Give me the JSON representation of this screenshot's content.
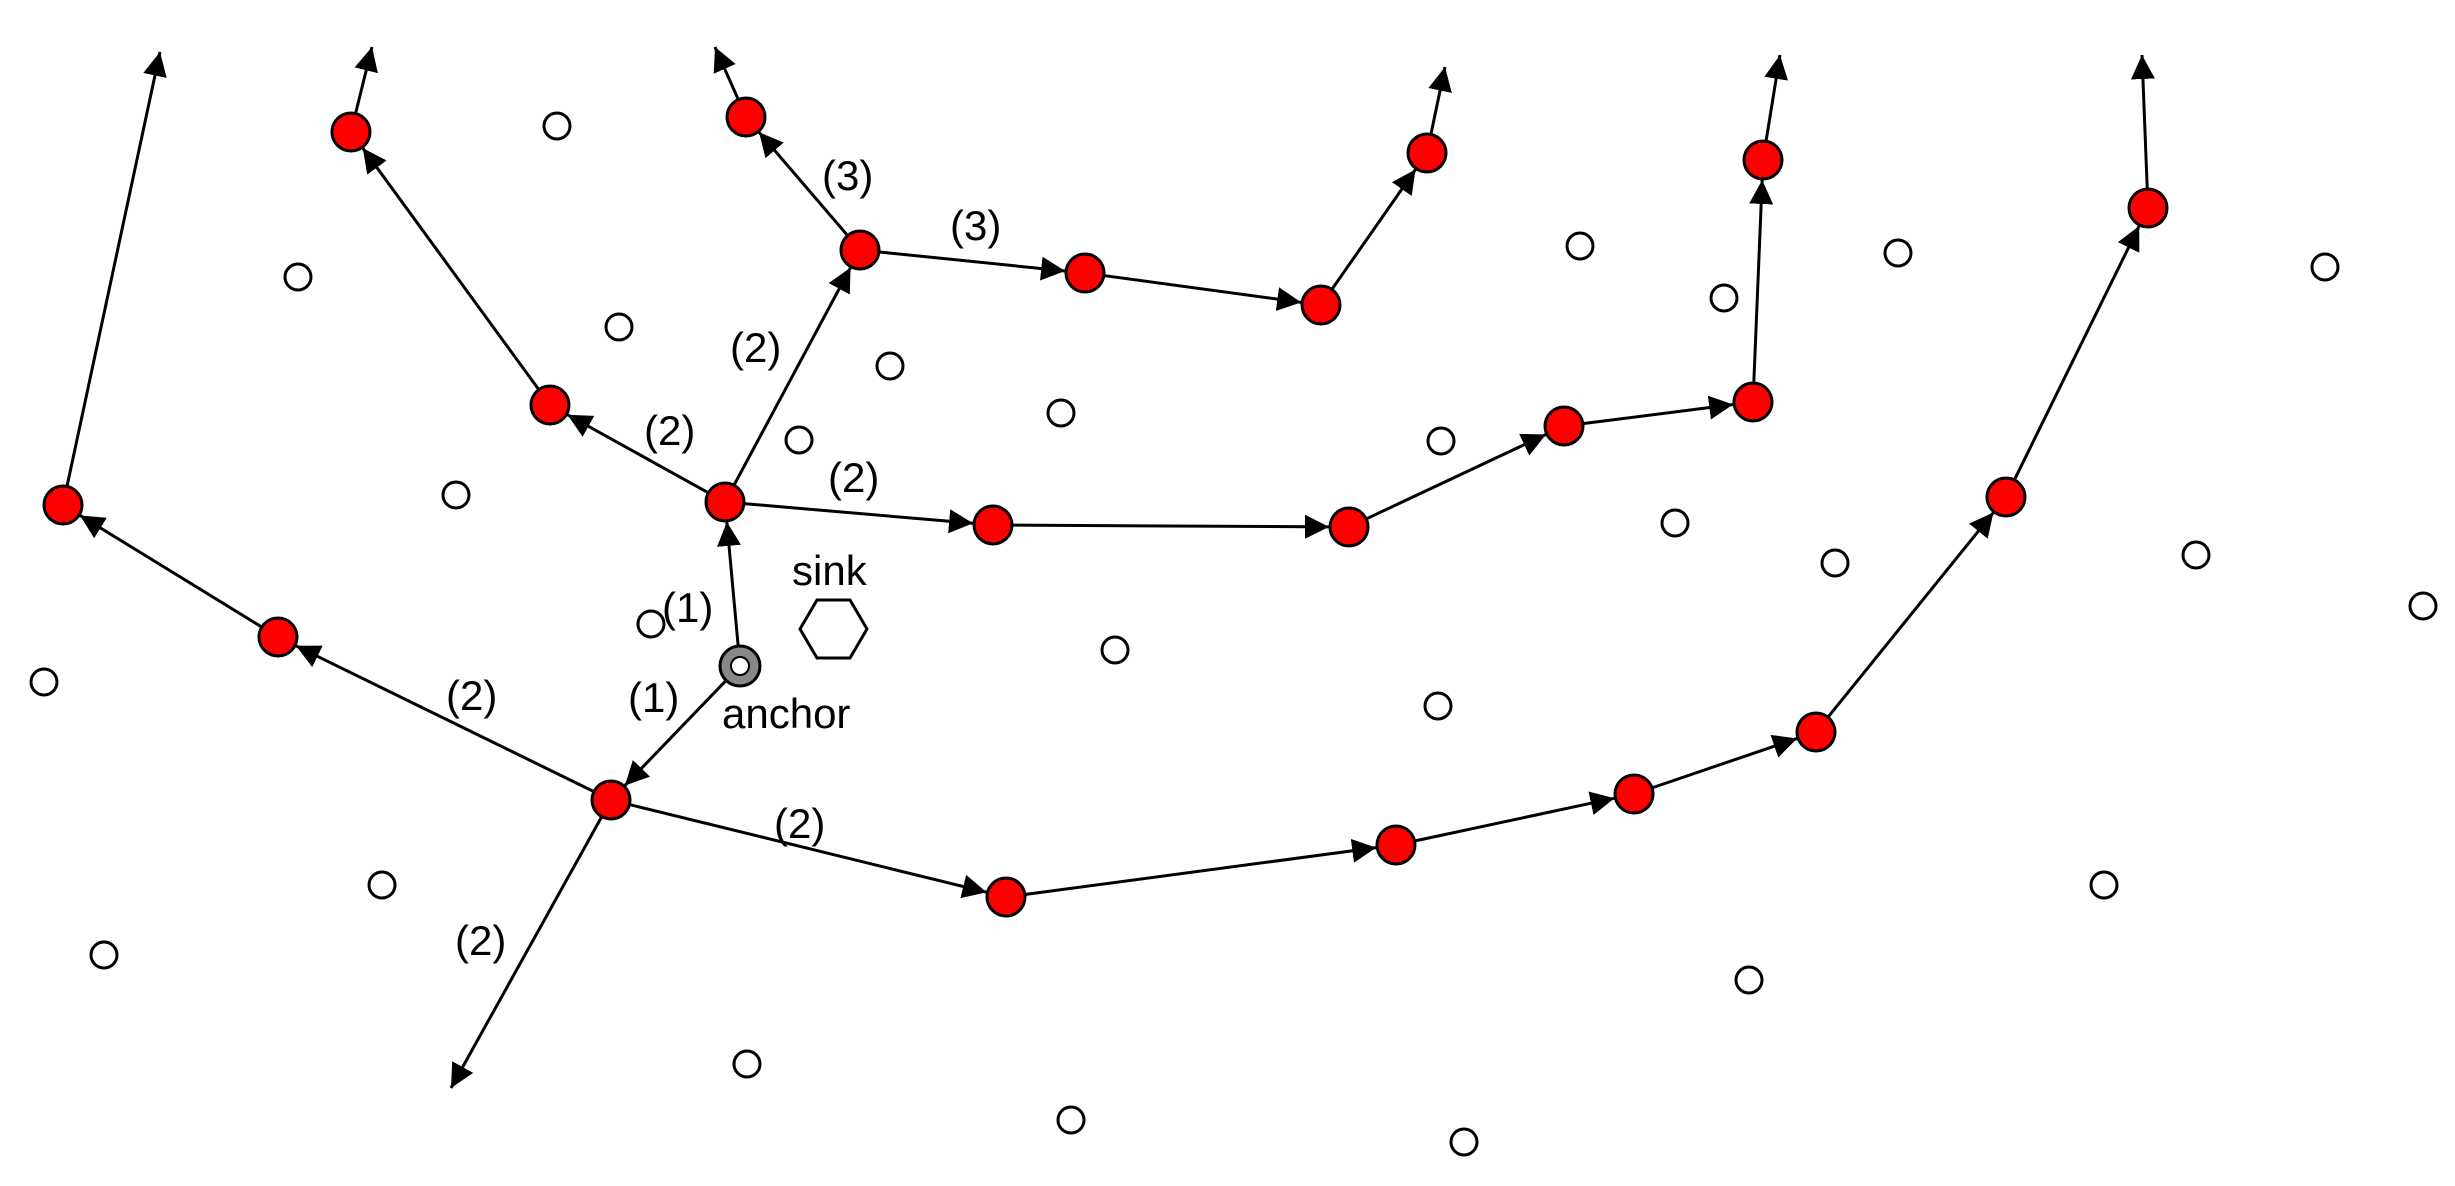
{
  "labels": {
    "sink": "sink",
    "anchor": "anchor",
    "step1": "(1)",
    "step2": "(2)",
    "step3": "(3)"
  },
  "colors": {
    "active_node_fill": "#ff0000",
    "active_node_stroke": "#000000",
    "idle_node_fill": "#ffffff",
    "edge": "#000000",
    "anchor_fill": "#888888"
  },
  "legend_meaning": {
    "red_node": "node on a path",
    "white_node": "other node",
    "hexagon": "sink",
    "ringed_node": "anchor"
  }
}
